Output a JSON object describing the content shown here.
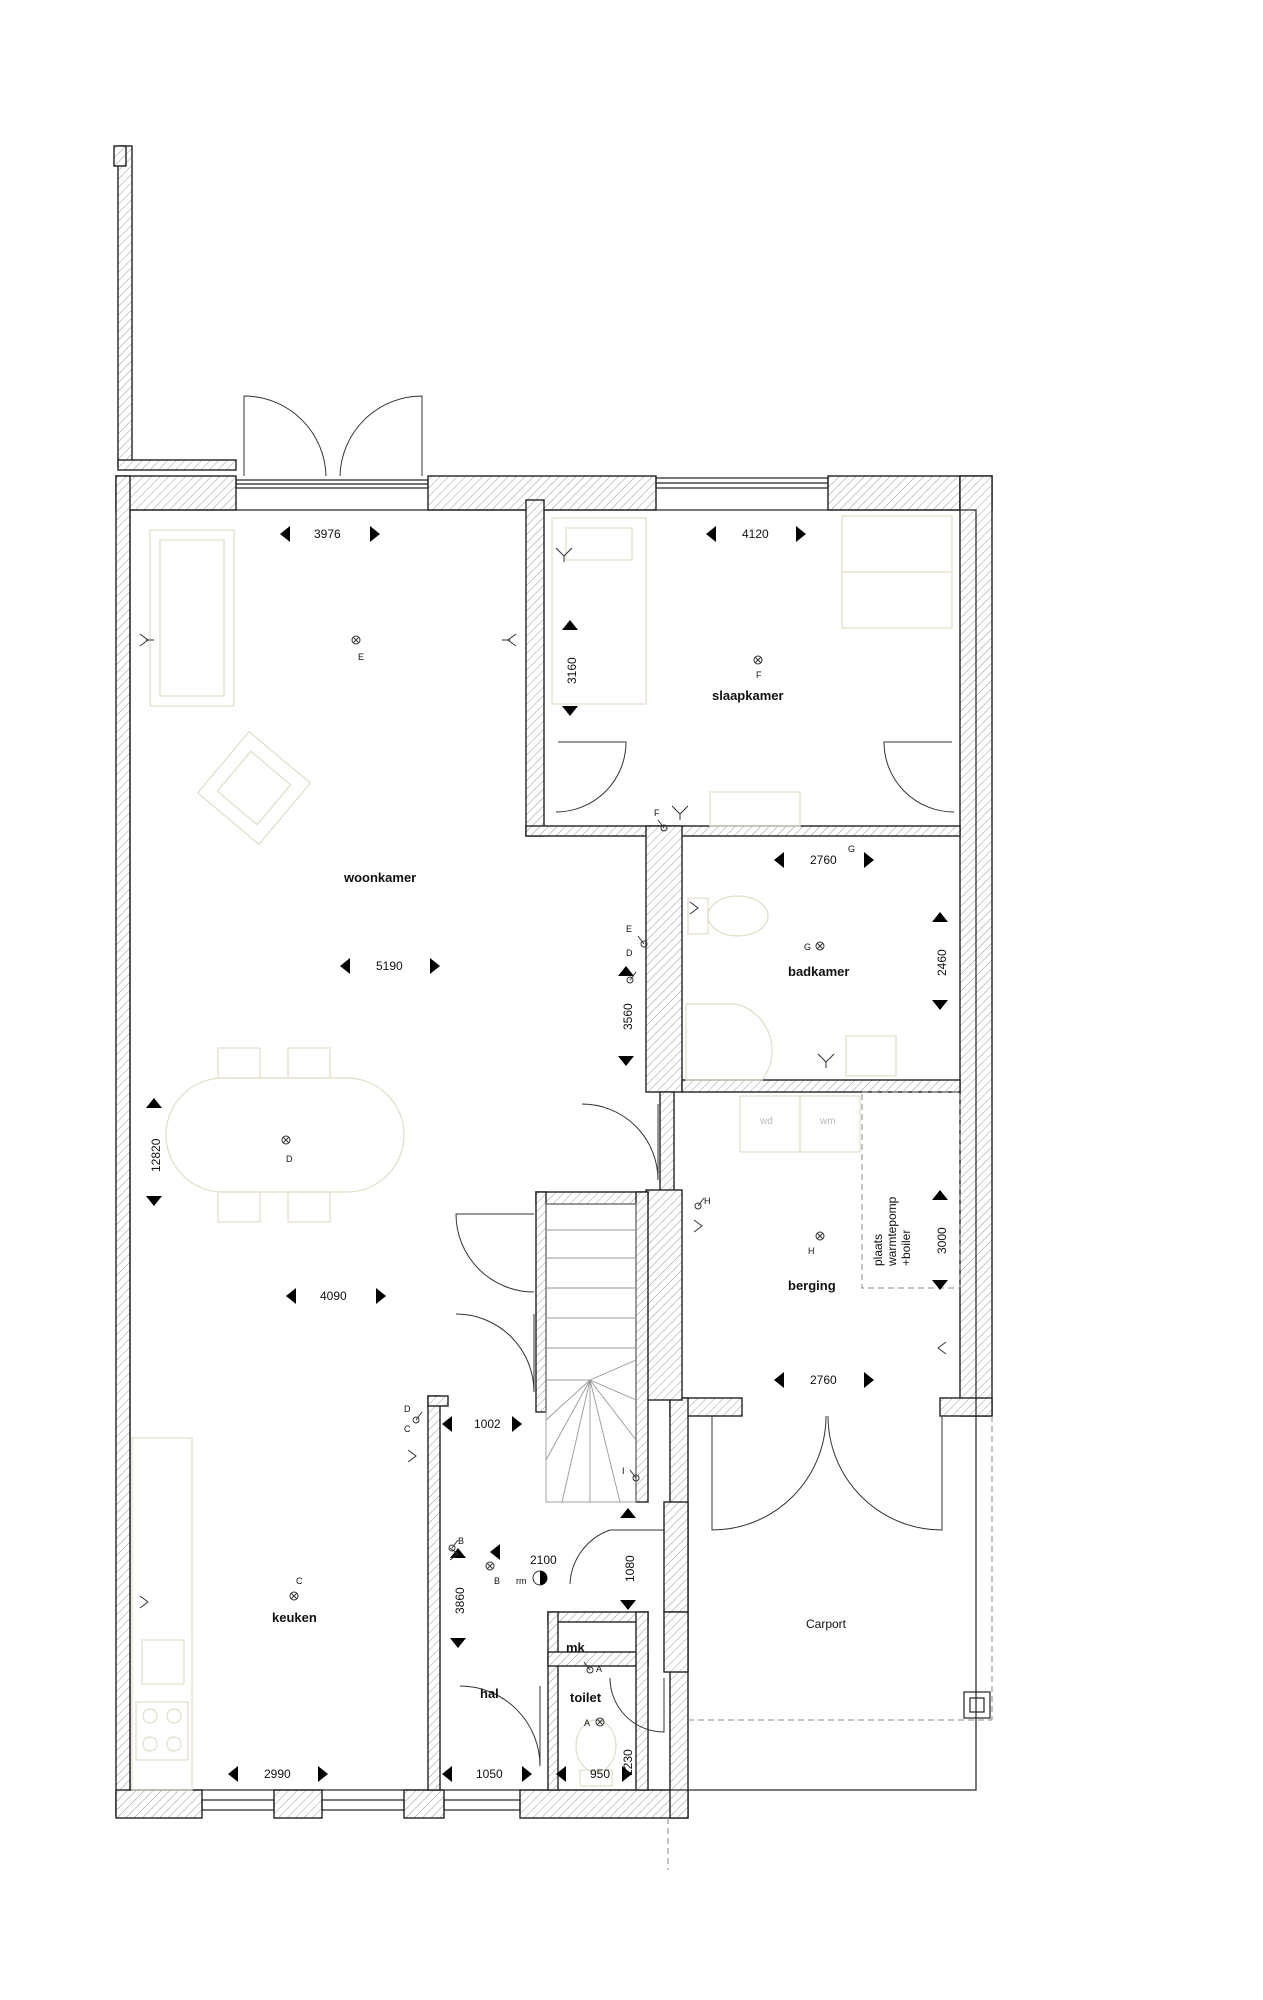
{
  "rooms": {
    "woonkamer": "woonkamer",
    "slaapkamer": "slaapkamer",
    "badkamer": "badkamer",
    "berging": "berging",
    "keuken": "keuken",
    "hal": "hal",
    "toilet": "toilet",
    "mk": "mk",
    "carport": "Carport"
  },
  "dimensions": {
    "woon_width_top": "3976",
    "slaap_width": "4120",
    "slaap_depth": "3160",
    "bad_width": "2760",
    "bad_depth": "2460",
    "woon_mid": "5190",
    "woon_side": "3560",
    "woon_length": "12820",
    "berging_depth": "3000",
    "woon_lower": "4090",
    "berging_width": "2760",
    "hal_width_top": "1002",
    "hal_depth": "3860",
    "stair_area": "2100",
    "meter_depth": "1080",
    "toilet_depth": "1230",
    "keuken_width": "2990",
    "hal_width_bottom": "1050",
    "toilet_width": "950"
  },
  "lamps": {
    "E": "E",
    "F": "F",
    "G": "G",
    "H": "H",
    "D": "D",
    "C": "C",
    "B": "B",
    "A": "A"
  },
  "switches": {
    "F_sw": "F",
    "G_sw": "G",
    "E_sw": "E",
    "D_sw": "D",
    "H_sw": "H",
    "D2_sw": "D",
    "C_sw": "C",
    "B_sw": "B",
    "I_sw": "I",
    "A_sw": "A"
  },
  "labels": {
    "rm": "rm",
    "wd": "wd",
    "wm": "wm",
    "warmtepomp_1": "plaats",
    "warmtepomp_2": "warmtepomp",
    "warmtepomp_3": "+boiler"
  }
}
